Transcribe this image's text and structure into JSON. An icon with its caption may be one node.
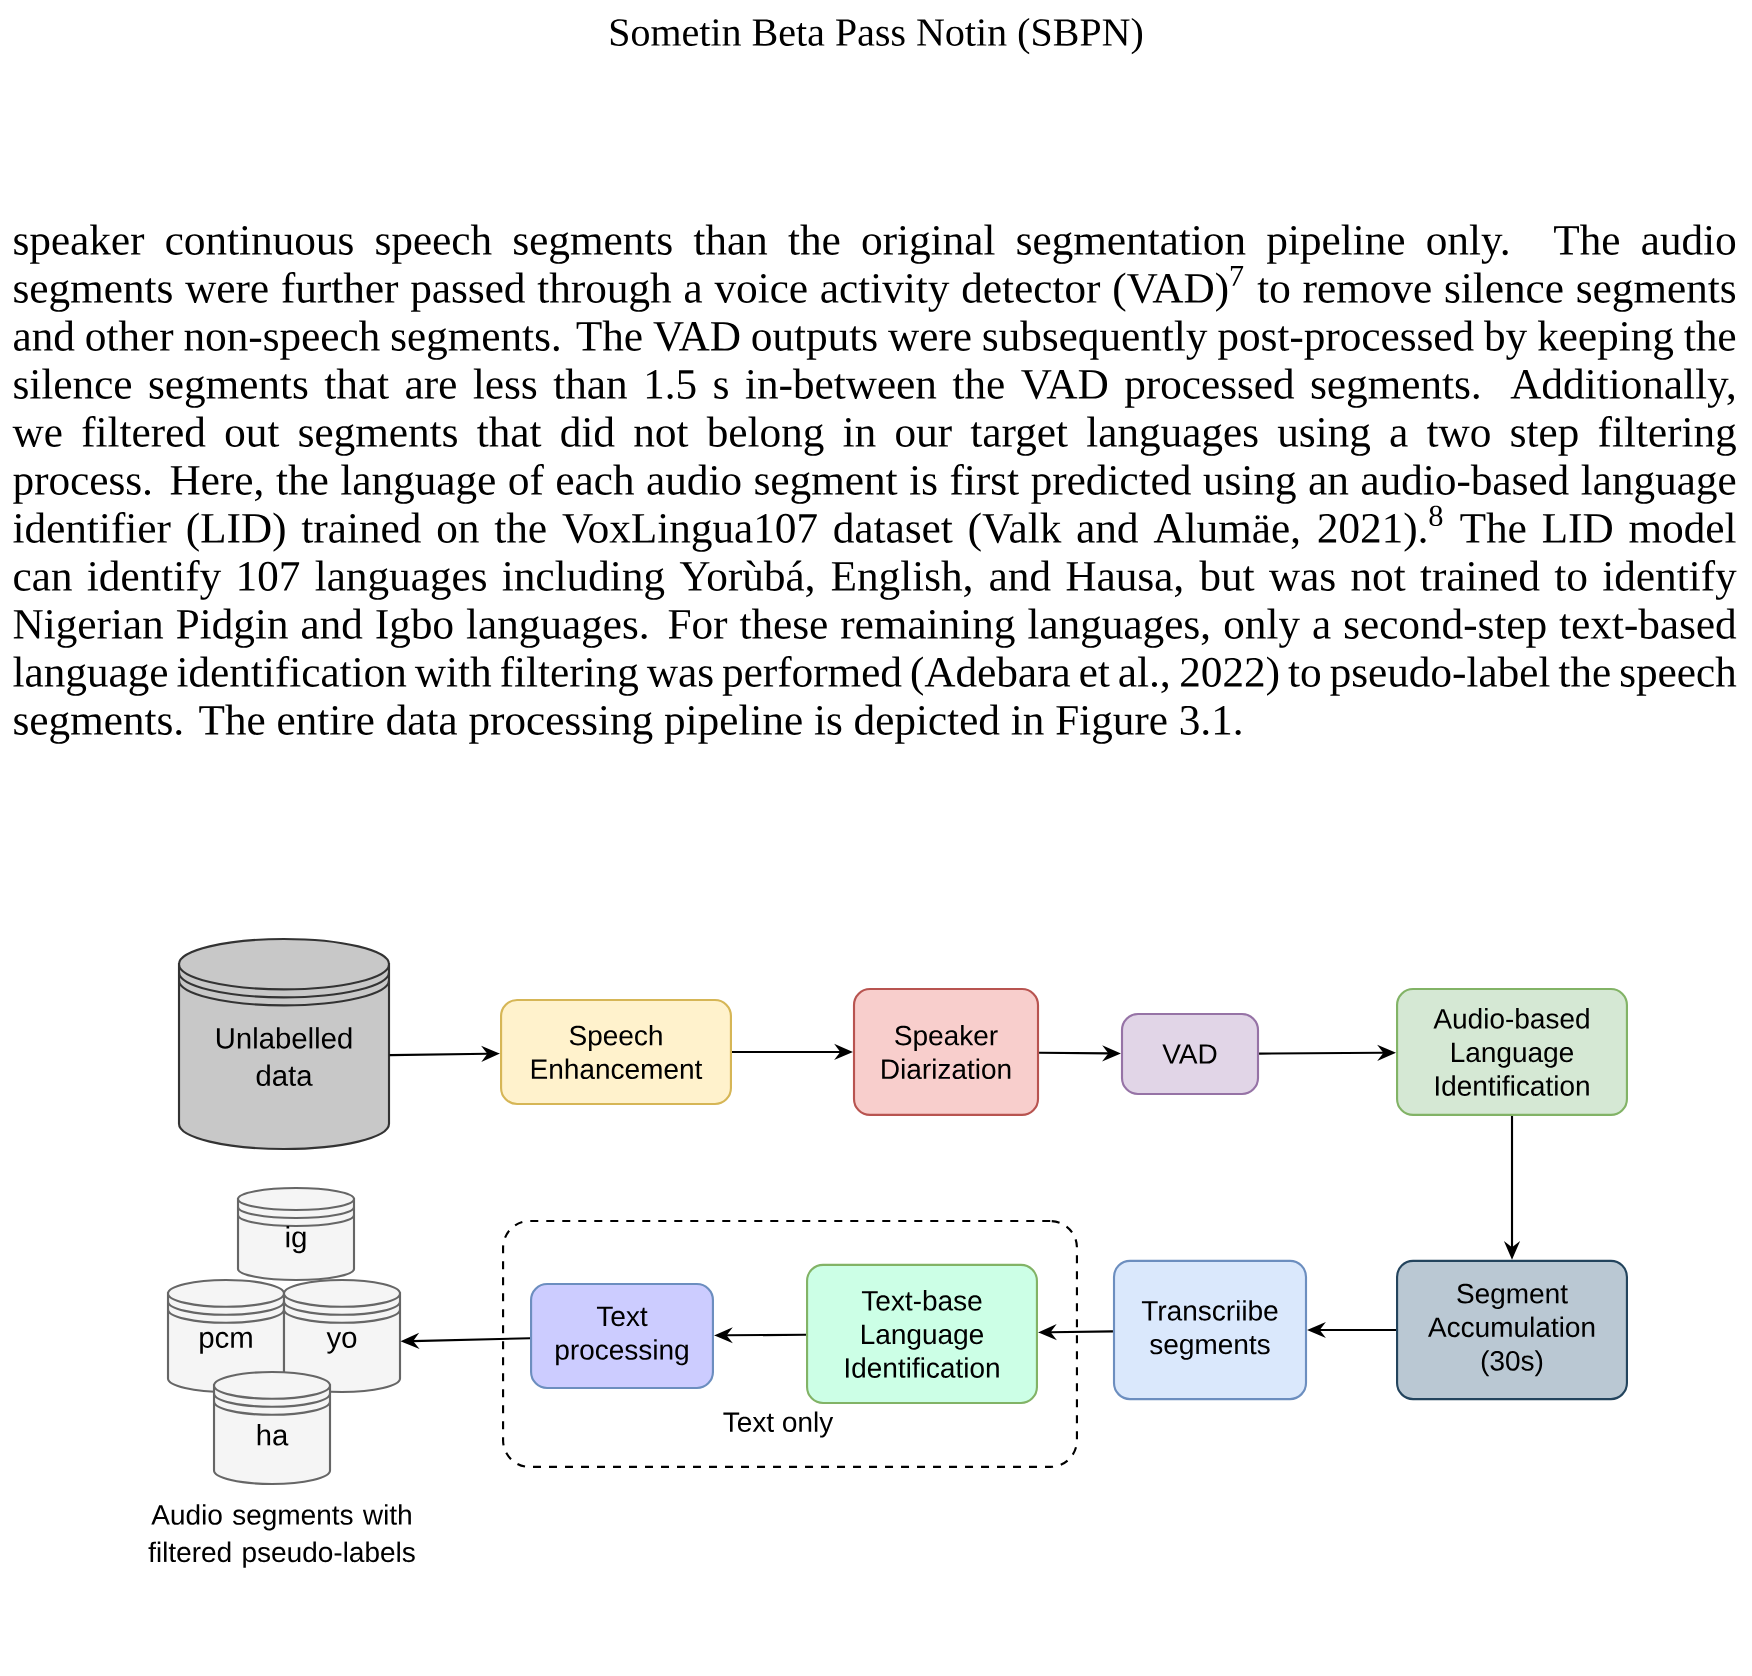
{
  "diagram": {
    "title": "Sometin Beta Pass Notin (SBPN)",
    "nodes": [
      {
        "text": [
          "Unlabelled data"
        ]
      },
      {
        "text": [
          "Speech Enhancement"
        ]
      },
      {
        "text": [
          "Speaker Diarization"
        ]
      },
      {
        "text": [
          "VAD"
        ]
      },
      {
        "text": [
          "Audio-based Language Identification"
        ]
      },
      {
        "text": [
          "Segment Accumulation (30s)"
        ]
      },
      {
        "text": [
          "Transcriibe segments"
        ]
      },
      {
        "text": [
          "Text only"
        ]
      },
      {
        "text": [
          "Text-base Language Identification"
        ],
        "in": 7
      },
      {
        "text": [
          "Text processing"
        ],
        "in": 7
      },
      {
        "text": [
          "ig"
        ]
      },
      {
        "text": [
          "pcm"
        ]
      },
      {
        "text": [
          "yo"
        ]
      },
      {
        "text": [
          "ha"
        ]
      }
    ],
    "edges": [
      {
        "from": 0,
        "to": 1,
        "arrow": "to"
      },
      {
        "from": 1,
        "to": 2,
        "arrow": "to"
      },
      {
        "from": 2,
        "to": 3,
        "arrow": "to"
      },
      {
        "from": 3,
        "to": 4,
        "arrow": "to"
      },
      {
        "from": 4,
        "to": 5,
        "arrow": "to"
      },
      {
        "from": 5,
        "to": 6,
        "arrow": "to"
      },
      {
        "from": 6,
        "to": 8,
        "arrow": "to"
      },
      {
        "from": 8,
        "to": 9,
        "arrow": "to"
      },
      {
        "from": 9,
        "to": 12,
        "arrow": "to"
      }
    ],
    "labels": [
      "speaker continuous speech segments than the original segmentation pipeline only. The audio segments were further passed through a voice activity detector (VAD)$^{7}$ to remove silence segments and other non-speech segments. The VAD outputs were subsequently post-processed by keeping the silence segments that are less than 1.5 s in-between the VAD processed segments. Additionally, we filtered out segments that did not belong in our target languages using a two step filtering process. Here, the language of each audio segment is first predicted using an audio-based language identifier (LID) trained on the VoxLingua107 dataset (Valk and Alumäe, 2021).$^{8}$ The LID model can identify 107 languages including Yorùbá, English, and Hausa, but was not trained to identify Nigerian Pidgin and Igbo languages. For these remaining languages, only a second-step text-based language identification with filtering was performed (Adebara et al., 2022) to pseudo-label the speech segments. The entire data processing pipeline is depicted in Figure 3.1.",
      "Audio segments with filtered pseudo-labels"
    ]
  }
}
